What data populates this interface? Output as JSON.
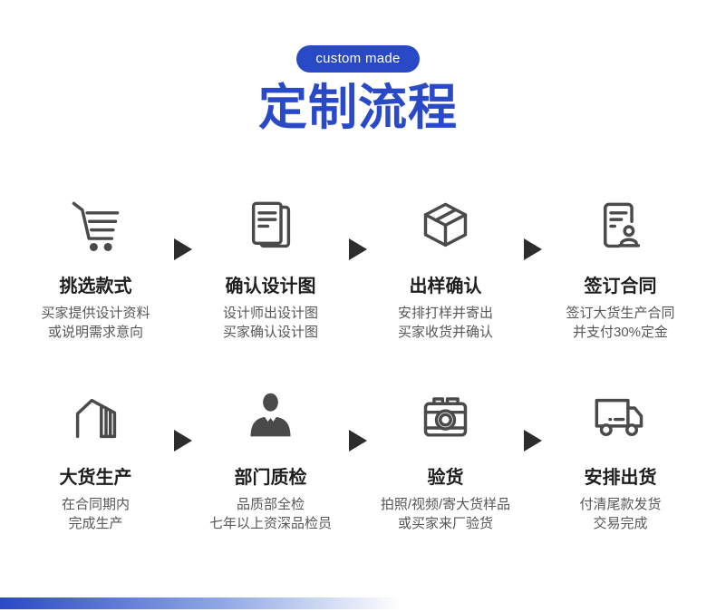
{
  "badge": {
    "label": "custom made"
  },
  "title": "定制流程",
  "colors": {
    "accent": "#2A49C7",
    "icon": "#4A4A4A",
    "arrow": "#2D2D2D",
    "step_title_text": "#1E1E1E",
    "step_desc_text": "#575757",
    "footer_bar_from": "#2A49C7",
    "footer_bar_to": "#FFFFFF"
  },
  "steps": [
    {
      "icon": "cart-icon",
      "title": "挑选款式",
      "desc_line1": "买家提供设计资料",
      "desc_line2": "或说明需求意向"
    },
    {
      "icon": "documents-icon",
      "title": "确认设计图",
      "desc_line1": "设计师出设计图",
      "desc_line2": "买家确认设计图"
    },
    {
      "icon": "box-icon",
      "title": "出样确认",
      "desc_line1": "安排打样并寄出",
      "desc_line2": "买家收货并确认"
    },
    {
      "icon": "contract-icon",
      "title": "签订合同",
      "desc_line1": "签订大货生产合同",
      "desc_line2": "并支付30%定金"
    },
    {
      "icon": "warehouse-icon",
      "title": "大货生产",
      "desc_line1": "在合同期内",
      "desc_line2": "完成生产"
    },
    {
      "icon": "inspector-icon",
      "title": "部门质检",
      "desc_line1": "品质部全检",
      "desc_line2": "七年以上资深品检员"
    },
    {
      "icon": "camera-icon",
      "title": "验货",
      "desc_line1": "拍照/视频/寄大货样品",
      "desc_line2": "或买家来厂验货"
    },
    {
      "icon": "truck-icon",
      "title": "安排出货",
      "desc_line1": "付清尾款发货",
      "desc_line2": "交易完成"
    }
  ]
}
